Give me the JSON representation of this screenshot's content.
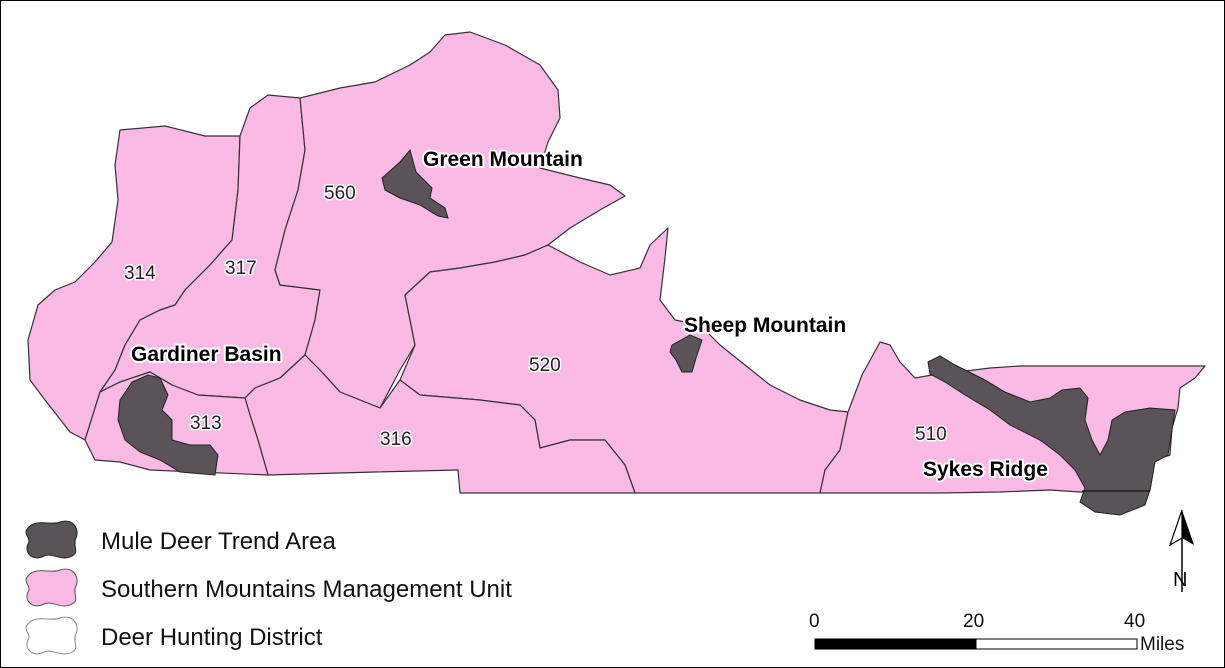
{
  "colors": {
    "unit_fill": "#fbb9e6",
    "trend_fill": "#5a5357",
    "district_stroke": "#333333",
    "background": "#ffffff"
  },
  "districts": [
    {
      "id": "314",
      "label": "314"
    },
    {
      "id": "317",
      "label": "317"
    },
    {
      "id": "560",
      "label": "560"
    },
    {
      "id": "313",
      "label": "313"
    },
    {
      "id": "316",
      "label": "316"
    },
    {
      "id": "520",
      "label": "520"
    },
    {
      "id": "510",
      "label": "510"
    }
  ],
  "trend_areas": [
    {
      "id": "green-mountain",
      "label": "Green Mountain"
    },
    {
      "id": "gardiner-basin",
      "label": "Gardiner Basin"
    },
    {
      "id": "sheep-mountain",
      "label": "Sheep Mountain"
    },
    {
      "id": "sykes-ridge",
      "label": "Sykes Ridge"
    }
  ],
  "legend": {
    "items": [
      {
        "symbol": "trend",
        "label": "Mule Deer Trend Area"
      },
      {
        "symbol": "unit",
        "label": "Southern Mountains Management Unit"
      },
      {
        "symbol": "district",
        "label": "Deer Hunting District"
      }
    ]
  },
  "scale_bar": {
    "ticks": [
      "0",
      "20",
      "40"
    ],
    "unit": "Miles"
  },
  "north_arrow": {
    "letter": "N"
  }
}
